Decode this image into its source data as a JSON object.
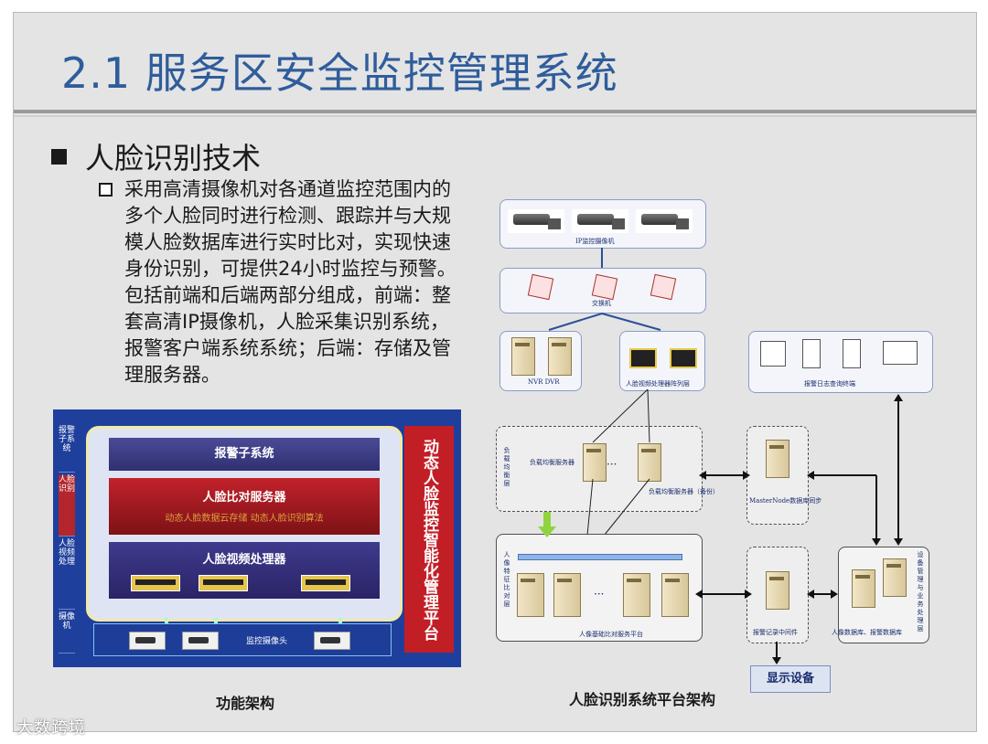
{
  "title": "2.1 服务区安全监控管理系统",
  "bullet1": "人脸识别技术",
  "bullet2": "采用高清摄像机对各通道监控范围内的多个人脸同时进行检测、跟踪并与大规模人脸数据库进行实时比对，实现快速身份识别，可提供24小时监控与预警。包括前端和后端两部分组成，前端：整套高清IP摄像机，人脸采集识别系统，报警客户端系统系统；后端：存储及管理服务器。",
  "function_arch": {
    "side_labels": [
      "报警子系统",
      "人脸识别",
      "人脸视频处理",
      "摄像机"
    ],
    "alarm": "报警子系统",
    "compare": "人脸比对服务器",
    "compare_sub": "动态人脸数据云存储  动态人脸识别算法",
    "video": "人脸视频处理器",
    "platform": "动态人脸监控智能化管理平台",
    "camera_bar": "监控摄像头",
    "caption": "功能架构"
  },
  "platform_arch": {
    "ip_cameras": "IP监控摄像机",
    "switch": "交换机",
    "nvr": "NVR DVR",
    "processor_array": "人脸视频处理器阵列层",
    "alarm_terminal": "报警日志查询终端",
    "lb_layer": "负载均衡层",
    "lb_server": "负载均衡服务器",
    "lb_backup": "负载均衡服务器（备份）",
    "masternode": "MasterNode数据库同步",
    "feature_layer": "人像特征比对层",
    "base_platform": "人像基础比对服务平台",
    "alarm_middleware": "报警记录中间件",
    "db_label": "人像数据库、报警数据库",
    "mgmt_layer": "设备管理与业务处理层",
    "display": "显示设备",
    "caption": "人脸识别系统平台架构",
    "ellipsis": "···"
  },
  "watermark": "大数跨境"
}
